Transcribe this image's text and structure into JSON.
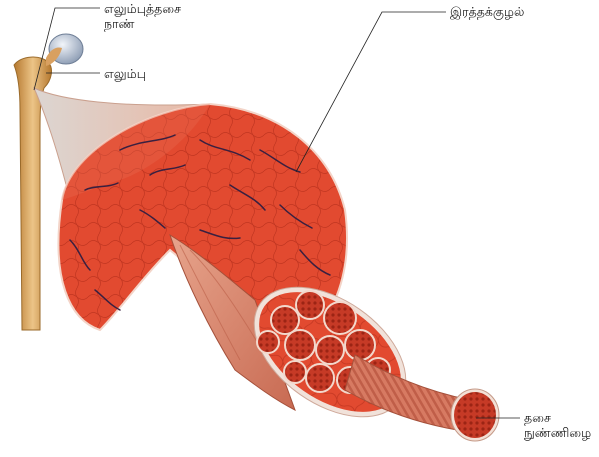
{
  "diagram": {
    "labels": {
      "tendon": [
        "எலும்புத்தசை",
        "நாண்"
      ],
      "bone": "எலும்பு",
      "blood_vessel": "இரத்தக்குழல்",
      "muscle_fiber": [
        "தசை",
        "நுண்ணிழை"
      ]
    },
    "colors": {
      "muscle": "#d9412b",
      "muscle_dark": "#b52c1b",
      "muscle_light": "#ee6a4f",
      "fascicle": "#d98a70",
      "fiber": "#c7604a",
      "bone": "#d9a060",
      "cartilage": "#b8c4d4",
      "vessel": "#3a2040",
      "leader": "#222222"
    }
  }
}
